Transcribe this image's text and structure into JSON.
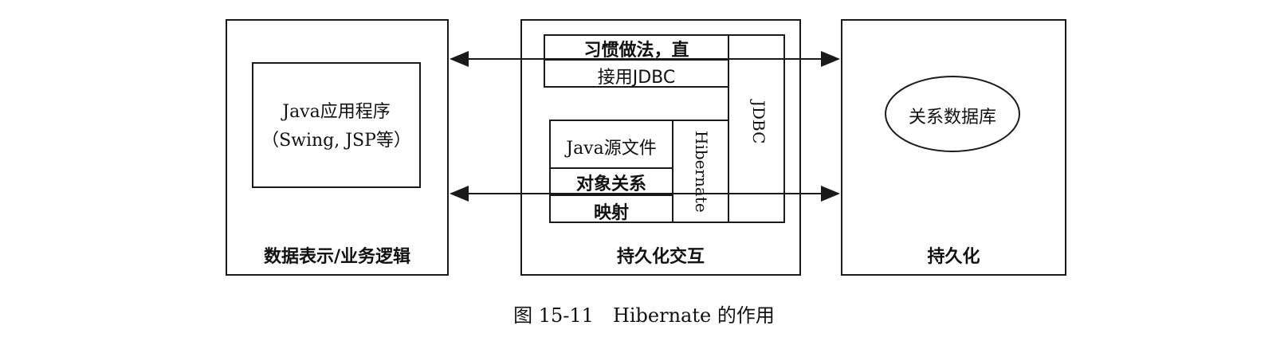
{
  "left_panel": {
    "app_line1": "Java应用程序",
    "app_line2": "（Swing, JSP等）",
    "caption": "数据表示/业务逻辑"
  },
  "middle_panel": {
    "jdbc_direct_line1": "习惯做法，直",
    "jdbc_direct_line2": "接用JDBC",
    "java_source": "Java源文件",
    "orm_line1": "对象关系",
    "orm_line2": "映射",
    "hibernate": "Hibernate",
    "jdbc": "JDBC",
    "caption": "持久化交互"
  },
  "right_panel": {
    "database": "关系数据库",
    "caption": "持久化"
  },
  "figure_caption": "图 15-11　Hibernate 的作用"
}
